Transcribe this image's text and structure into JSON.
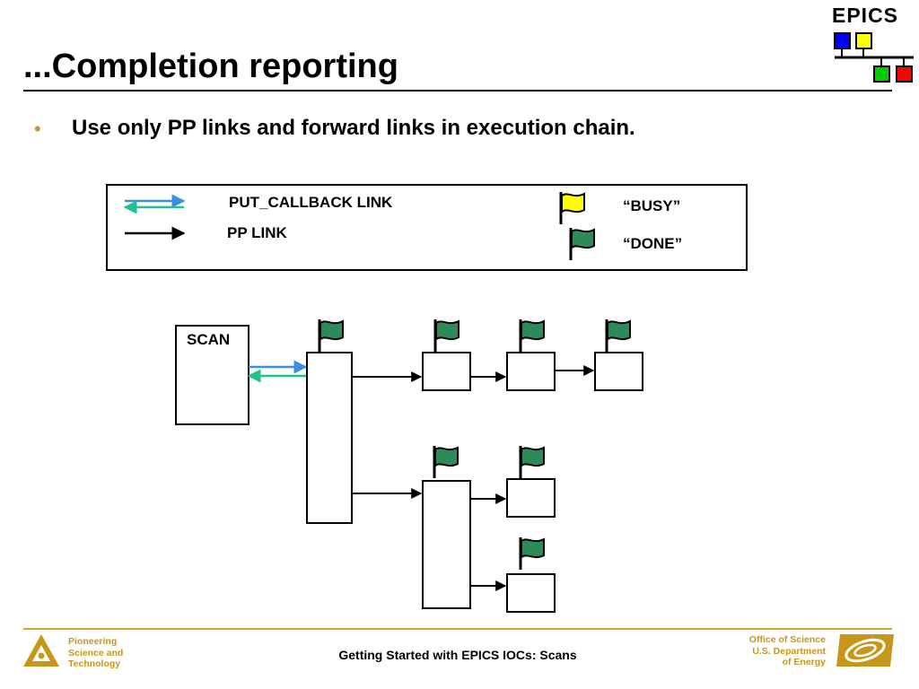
{
  "slide": {
    "title": "...Completion reporting",
    "logo_text": "EPICS",
    "bullet": "Use only PP links and forward links in execution chain."
  },
  "legend": {
    "put_callback_label": "PUT_CALLBACK LINK",
    "pp_label": "PP LINK",
    "busy_label": "“BUSY”",
    "done_label": "“DONE”"
  },
  "diagram": {
    "scan_label": "SCAN"
  },
  "footer": {
    "left_text": "Pioneering\nScience and\nTechnology",
    "center_text": "Getting Started with EPICS IOCs: Scans",
    "right_text": "Office of Science\nU.S. Department\nof Energy"
  },
  "colors": {
    "accent_gold": "#c8961a",
    "flag_done": "#2e8b57",
    "flag_busy": "#ffff00",
    "link_blue": "#3a8fe0",
    "link_teal": "#20c090",
    "logo_blue": "#0000ff",
    "logo_yellow": "#ffff00",
    "logo_green": "#00cc00",
    "logo_red": "#ff0000"
  }
}
